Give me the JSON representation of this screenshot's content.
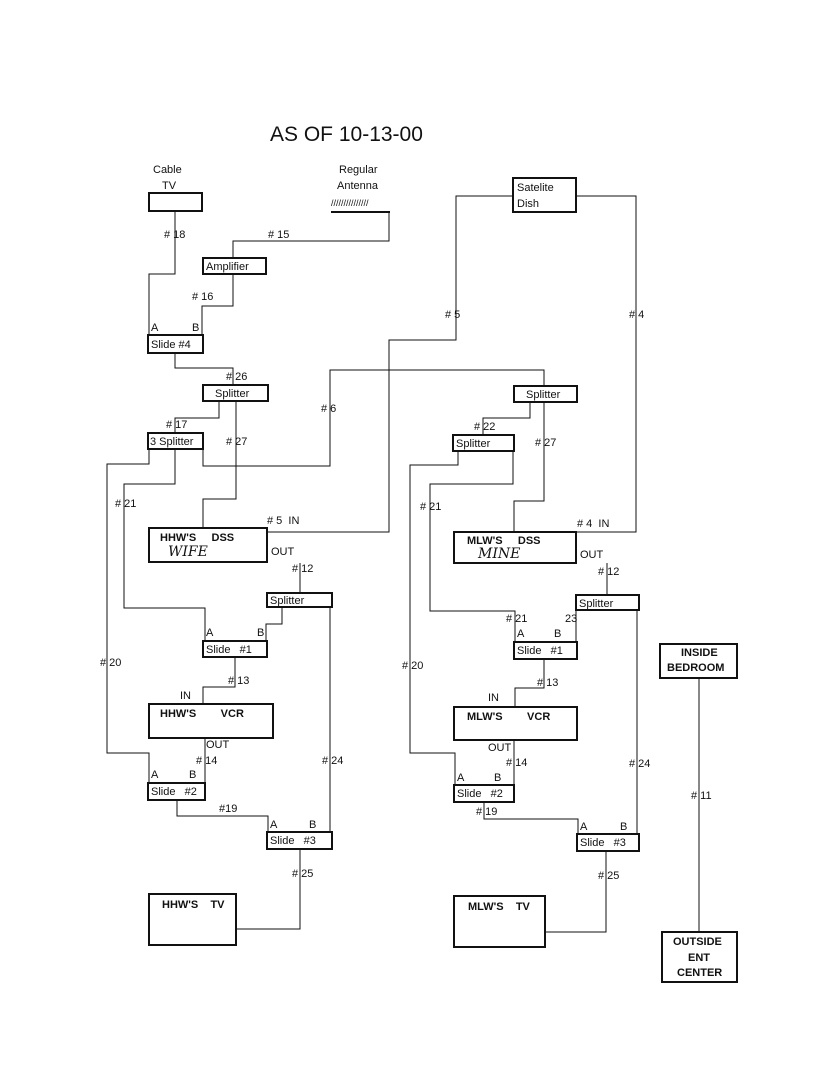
{
  "title": "AS OF 10-13-00",
  "sources": {
    "cable_tv": [
      "Cable",
      "TV"
    ],
    "regular_antenna": [
      "Regular",
      "Antenna"
    ],
    "antenna_hatch": "///////////////",
    "satellite_dish": [
      "Satelite",
      "Dish"
    ],
    "amplifier": "Amplifier",
    "slide4": "Slide  #4",
    "splitter_left": "Splitter",
    "splitter_right": "Splitter",
    "three_splitter": "3 Splitter",
    "splitter_22": "Splitter"
  },
  "left_chain": {
    "dss_label": "HHW'S     DSS",
    "dss_hand": "WIFE",
    "dss_in": "# 5  IN",
    "dss_out": "OUT",
    "splitter": "Splitter",
    "slide1": "Slide   #1",
    "vcr_label": "HHW'S        VCR",
    "vcr_in": "IN",
    "vcr_out": "OUT",
    "slide2": "Slide   #2",
    "slide3": "Slide   #3",
    "tv_label": "HHW'S    TV"
  },
  "right_chain": {
    "dss_label": "MLW'S     DSS",
    "dss_hand": "MINE",
    "dss_in": "# 4  IN",
    "dss_out": "OUT",
    "splitter": "Splitter",
    "slide1": "Slide   #1",
    "vcr_label": "MLW'S        VCR",
    "vcr_in": "IN",
    "vcr_out": "OUT",
    "slide2": "Slide   #2",
    "slide3": "Slide   #3",
    "tv_label": "MLW'S    TV"
  },
  "remote": {
    "inside": [
      "INSIDE",
      "BEDROOM"
    ],
    "outside": [
      "OUTSIDE",
      "ENT",
      "CENTER"
    ],
    "cable": "# 11"
  },
  "port_a": "A",
  "port_b": "B",
  "cables": {
    "c18": "# 18",
    "c15": "# 15",
    "c16": "# 16",
    "c5": "# 5",
    "c4": "# 4",
    "c26": "# 26",
    "c17": "# 17",
    "c27l": "# 27",
    "c6": "# 6",
    "c22": "# 22",
    "c27r": "# 27",
    "c21l": "# 21",
    "c21r": "# 21",
    "c12l": "# 12",
    "c12r": "# 12",
    "c21b": "# 21",
    "c23": "23",
    "c13l": "# 13",
    "c13r": "# 13",
    "c20l": "# 20",
    "c20r": "# 20",
    "c14l": "# 14",
    "c14r": "# 14",
    "c24l": "# 24",
    "c24r": "# 24",
    "c19l": "#19",
    "c19r": "# 19",
    "c25l": "# 25",
    "c25r": "# 25"
  }
}
